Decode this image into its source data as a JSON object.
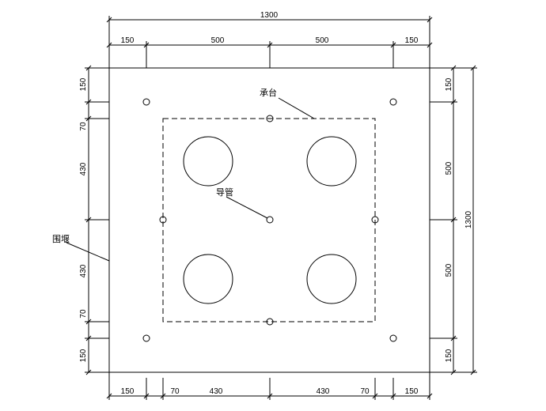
{
  "labels": {
    "pile_cap": "承台",
    "guide_pipe": "导管",
    "cofferdam": "围堰"
  },
  "dims": {
    "top_total": "1300",
    "top_segments": [
      "150",
      "500",
      "500",
      "150"
    ],
    "left_segments": [
      "150",
      "70",
      "430",
      "430",
      "70",
      "150"
    ],
    "right_segments": [
      "150",
      "500",
      "500",
      "150"
    ],
    "right_total": "1300",
    "bottom_segments": [
      "150",
      "70",
      "430",
      "430",
      "70",
      "150"
    ]
  }
}
